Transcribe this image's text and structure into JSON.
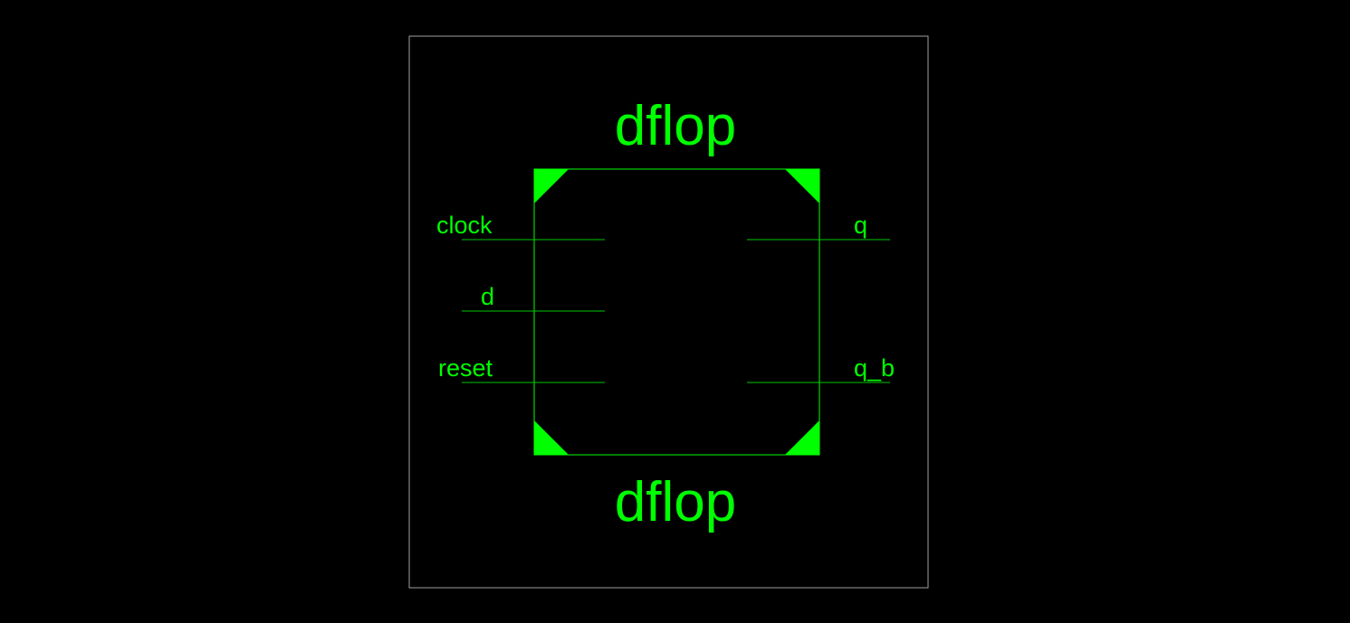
{
  "diagram": {
    "cell_name_top": "dflop",
    "cell_name_bottom": "dflop",
    "input_pins": [
      "clock",
      "d",
      "reset"
    ],
    "output_pins": [
      "q",
      "q_b"
    ]
  },
  "colors": {
    "background": "#000000",
    "frame": "#a0a0a0",
    "symbol": "#00ff00",
    "pin_line": "#00c800"
  }
}
